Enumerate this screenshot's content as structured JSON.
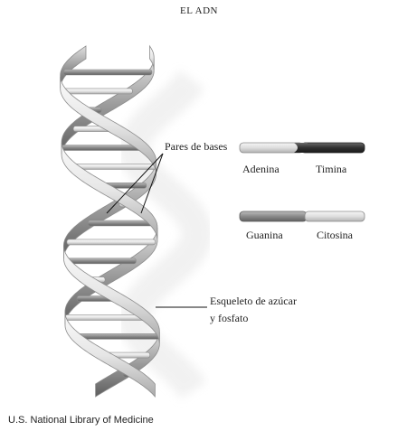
{
  "title": "EL ADN",
  "labels": {
    "base_pairs": "Pares de bases",
    "backbone_line1": "Esqueleto de azúcar",
    "backbone_line2": "y fosfato"
  },
  "pairs": [
    {
      "left": "Adenina",
      "right": "Timina",
      "color_left": "#e9e9e9",
      "color_right": "#3a3a3a"
    },
    {
      "left": "Guanina",
      "right": "Citosina",
      "color_left": "#8a8a8a",
      "color_right": "#dcdcdc"
    }
  ],
  "credit": "U.S. National Library of Medicine",
  "colors": {
    "strand": "#cfcfcf",
    "strand_edge": "#8c8c8c",
    "rung": "#b8b8b8",
    "shadow": "#e6e6e6",
    "pointer": "#111111"
  }
}
